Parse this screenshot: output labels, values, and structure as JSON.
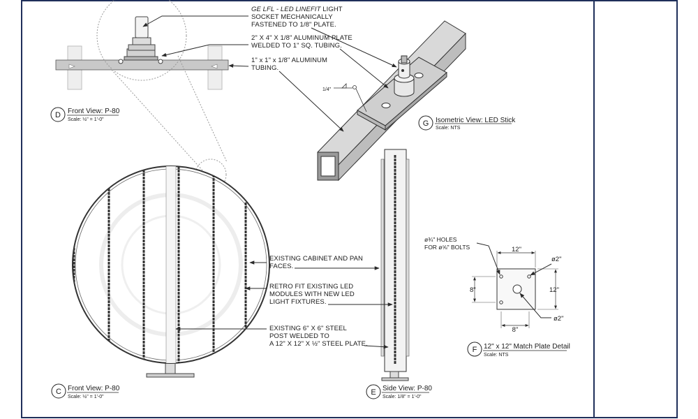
{
  "colors": {
    "border": "#1f2f5a",
    "line": "#2a2a2a",
    "metal": "#c7c7c7",
    "metal_light": "#e4e4e4",
    "module": "#4a4a4a"
  },
  "notes": {
    "socket": [
      "GE LFL - LED LINEFIT",
      " LIGHT",
      "SOCKET MECHANICALLY",
      "FASTENED TO 1/8\" PLATE."
    ],
    "plate": [
      "2\" X 4\" X 1/8\" ALUMINUM PLATE",
      "WELDED TO 1\" SQ. TUBING."
    ],
    "tubing": [
      "1\" x 1\" x 1/8\" ALUMINUM",
      "TUBING."
    ],
    "weld_symbol": "1/4\"",
    "cabinet": [
      "EXISTING CABINET AND PAN",
      "FACES."
    ],
    "retrofit": [
      "RETRO FIT EXISTING LED",
      "MODULES WITH NEW LED",
      "LIGHT FIXTURES."
    ],
    "post": [
      "EXISTING 6\" X 6\" STEEL",
      "POST WELDED TO",
      "A 12\" X 12\" X ½\" STEEL PLATE."
    ],
    "holes": [
      "ø¾\"  HOLES",
      "FOR  ø⅝\"  BOLTS"
    ]
  },
  "views": {
    "d": {
      "badge": "D",
      "title": "Front View: P-80",
      "scale": "Scale: ½\" = 1'-0\""
    },
    "c": {
      "badge": "C",
      "title": "Front View: P-80",
      "scale": "Scale: ½\" = 1'-0\""
    },
    "e": {
      "badge": "E",
      "title": "Side View: P-80",
      "scale": "Scale: 1/8\" = 1'-0\""
    },
    "g": {
      "badge": "G",
      "title": "Isometric View: LED Stick",
      "scale": "Scale: NTS"
    },
    "f": {
      "badge": "F",
      "title": "12\" x 12\" Match Plate Detail",
      "scale": "Scale: NTS"
    }
  },
  "dims": {
    "top": "12\"",
    "right": "12\"",
    "left": "8\"",
    "bottom": "8\"",
    "dia_top": "ø2\"",
    "dia_bottom": "ø2\""
  }
}
